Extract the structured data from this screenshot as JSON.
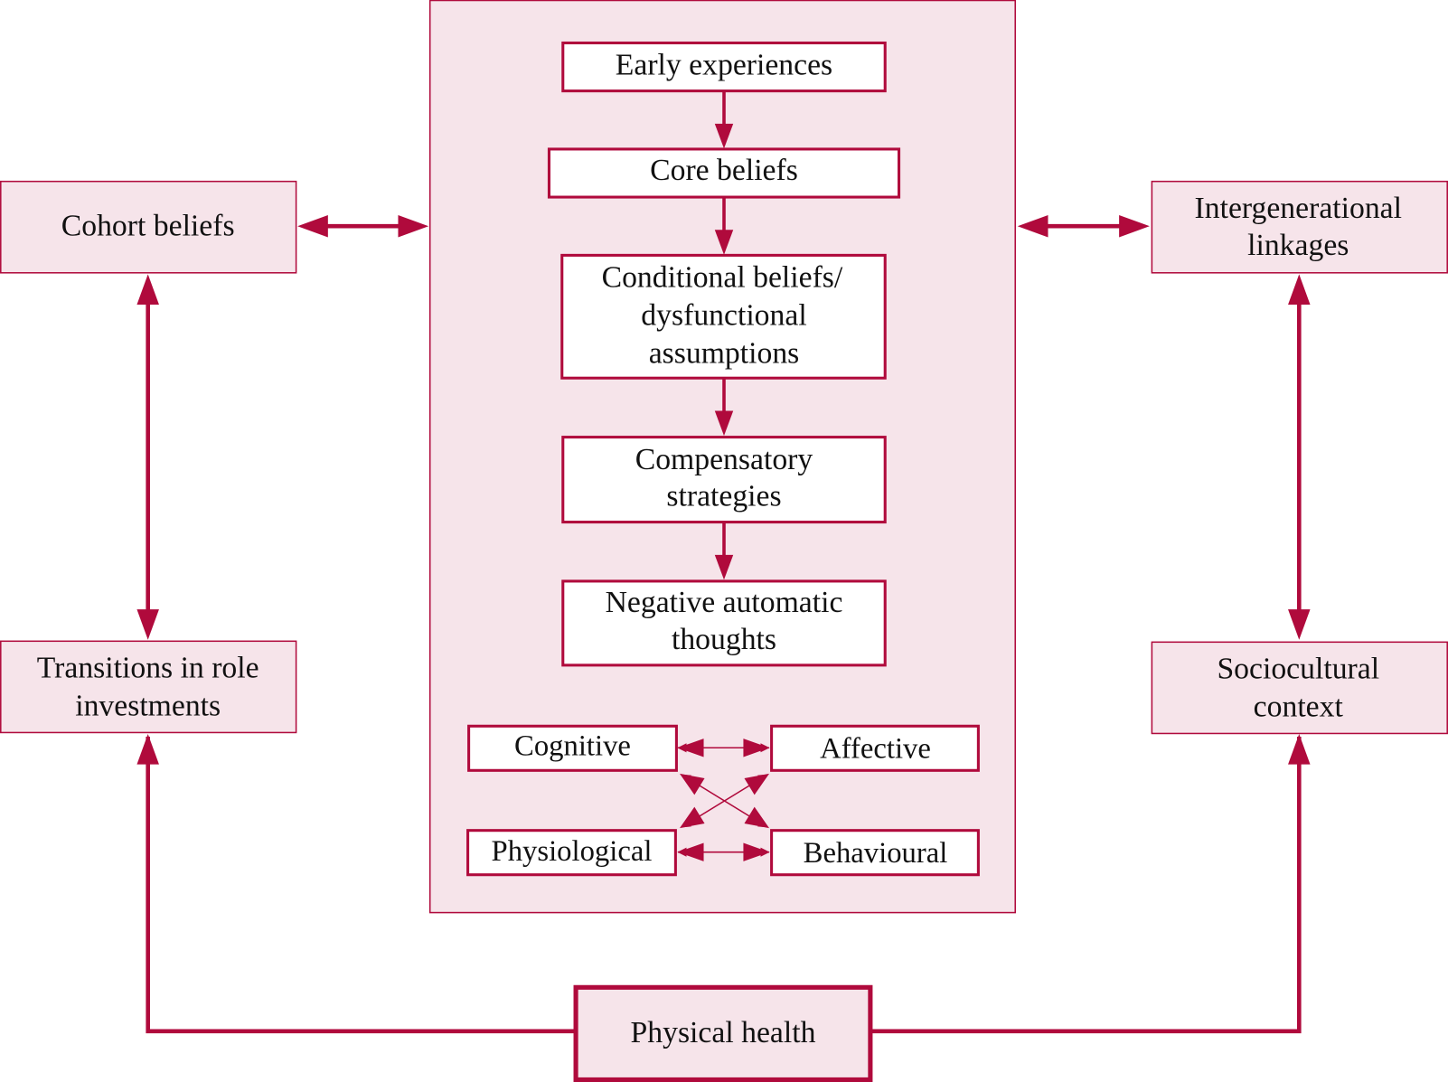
{
  "colors": {
    "accent": "#b00a3c",
    "panel_fill": "#f6e4ea",
    "box_fill": "#ffffff",
    "text": "#111111"
  },
  "center_chain": [
    {
      "id": "early-experiences",
      "lines": [
        "Early experiences"
      ]
    },
    {
      "id": "core-beliefs",
      "lines": [
        "Core beliefs"
      ]
    },
    {
      "id": "conditional-beliefs",
      "lines": [
        "Conditional beliefs/",
        "dysfunctional",
        "assumptions"
      ]
    },
    {
      "id": "compensatory-strategies",
      "lines": [
        "Compensatory",
        "strategies"
      ]
    },
    {
      "id": "negative-automatic-thoughts",
      "lines": [
        "Negative automatic",
        "thoughts"
      ]
    }
  ],
  "responses": {
    "cognitive": "Cognitive",
    "affective": "Affective",
    "physiological": "Physiological",
    "behavioural": "Behavioural"
  },
  "outer": {
    "cohort_beliefs": [
      "Cohort beliefs"
    ],
    "transitions": [
      "Transitions in role",
      "investments"
    ],
    "intergenerational": [
      "Intergenerational",
      "linkages"
    ],
    "sociocultural": [
      "Sociocultural",
      "context"
    ],
    "physical_health": [
      "Physical health"
    ]
  },
  "connections": [
    {
      "from": "early-experiences",
      "to": "core-beliefs",
      "type": "one-way"
    },
    {
      "from": "core-beliefs",
      "to": "conditional-beliefs",
      "type": "one-way"
    },
    {
      "from": "conditional-beliefs",
      "to": "compensatory-strategies",
      "type": "one-way"
    },
    {
      "from": "compensatory-strategies",
      "to": "negative-automatic-thoughts",
      "type": "one-way"
    },
    {
      "from": "cohort-beliefs",
      "to": "center-panel",
      "type": "two-way"
    },
    {
      "from": "center-panel",
      "to": "intergenerational-linkages",
      "type": "two-way"
    },
    {
      "from": "cohort-beliefs",
      "to": "transitions-in-role-investments",
      "type": "two-way"
    },
    {
      "from": "intergenerational-linkages",
      "to": "sociocultural-context",
      "type": "two-way"
    },
    {
      "from": "physical-health",
      "to": "transitions-in-role-investments",
      "type": "one-way"
    },
    {
      "from": "physical-health",
      "to": "sociocultural-context",
      "type": "one-way"
    },
    {
      "from": "cognitive",
      "to": "affective",
      "type": "two-way"
    },
    {
      "from": "physiological",
      "to": "behavioural",
      "type": "two-way"
    },
    {
      "from": "cognitive",
      "to": "behavioural",
      "type": "two-way"
    },
    {
      "from": "affective",
      "to": "physiological",
      "type": "two-way"
    }
  ]
}
